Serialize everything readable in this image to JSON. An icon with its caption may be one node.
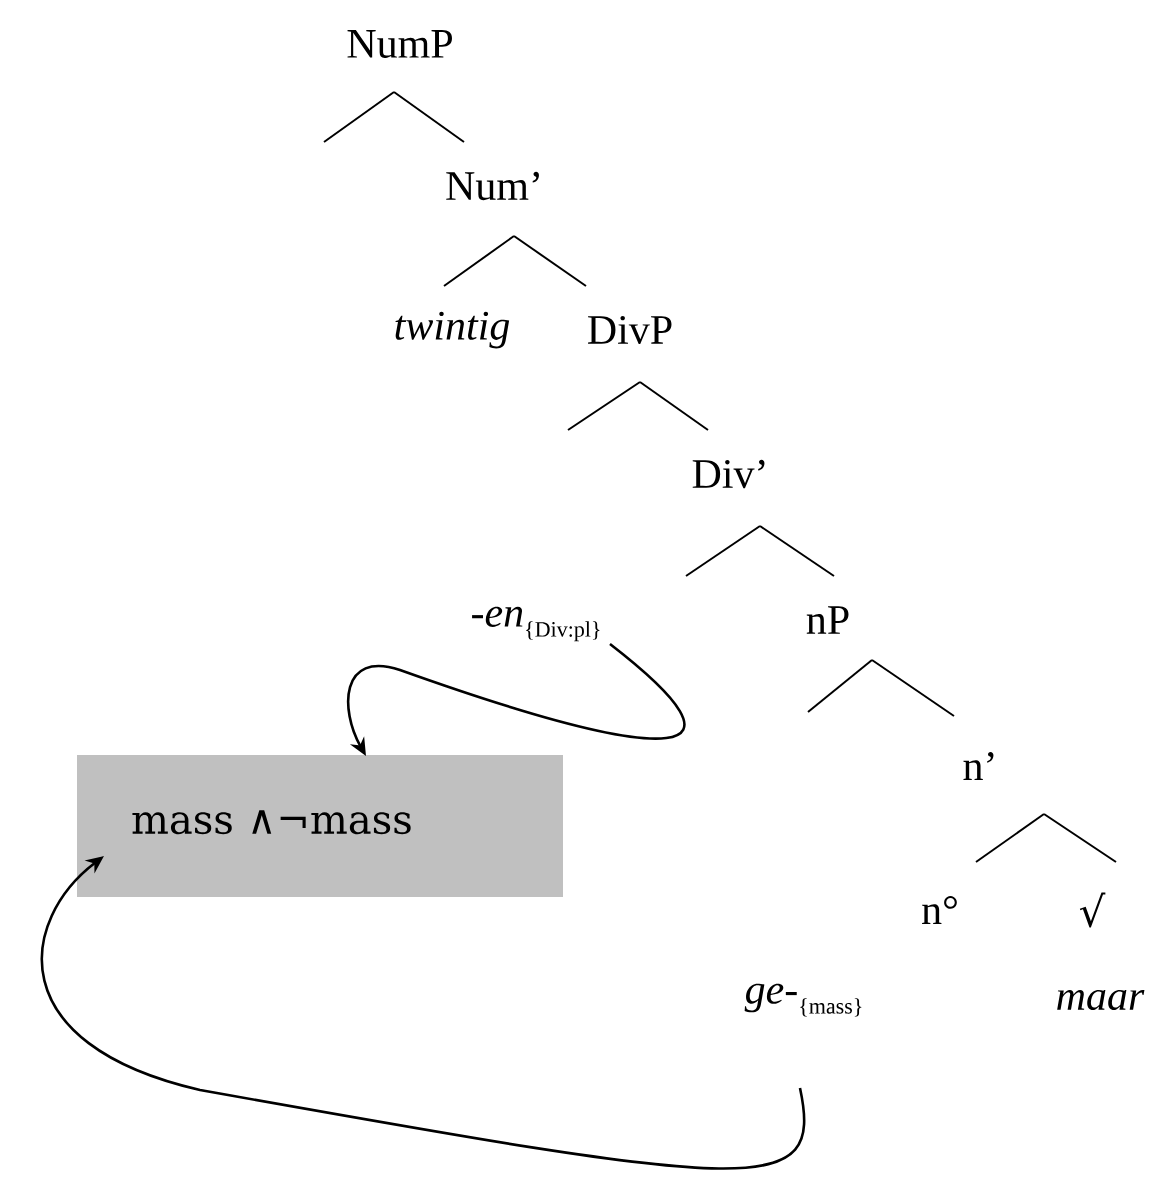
{
  "diagram": {
    "nodes": [
      {
        "text": [
          "NumP"
        ]
      },
      {
        "text": [
          "Num’"
        ]
      },
      {
        "text": [
          "twintig"
        ]
      },
      {
        "text": [
          "DivP"
        ]
      },
      {
        "text": [
          "Div’"
        ]
      },
      {
        "text": [
          "-en",
          "{Div:pl}"
        ]
      },
      {
        "text": [
          "nP"
        ]
      },
      {
        "text": [
          "n’"
        ]
      },
      {
        "text": [
          "n°"
        ]
      },
      {
        "text": [
          "√"
        ]
      },
      {
        "text": [
          "ge-",
          "{mass}"
        ]
      },
      {
        "text": [
          "maar"
        ]
      },
      {
        "text": [
          "mass ∧¬mass"
        ]
      }
    ],
    "edges": [
      {
        "from": 0,
        "to": null,
        "arrow": "none"
      },
      {
        "from": 0,
        "to": 1,
        "arrow": "none"
      },
      {
        "from": 1,
        "to": 2,
        "arrow": "none"
      },
      {
        "from": 1,
        "to": 3,
        "arrow": "none"
      },
      {
        "from": 3,
        "to": null,
        "arrow": "none"
      },
      {
        "from": 3,
        "to": 4,
        "arrow": "none"
      },
      {
        "from": 4,
        "to": 5,
        "arrow": "none"
      },
      {
        "from": 4,
        "to": 6,
        "arrow": "none"
      },
      {
        "from": 6,
        "to": null,
        "arrow": "none"
      },
      {
        "from": 6,
        "to": 7,
        "arrow": "none"
      },
      {
        "from": 7,
        "to": 8,
        "arrow": "none"
      },
      {
        "from": 7,
        "to": 9,
        "arrow": "none"
      },
      {
        "from": 5,
        "to": 12,
        "arrow": "to"
      },
      {
        "from": 10,
        "to": 12,
        "arrow": "to"
      }
    ]
  }
}
